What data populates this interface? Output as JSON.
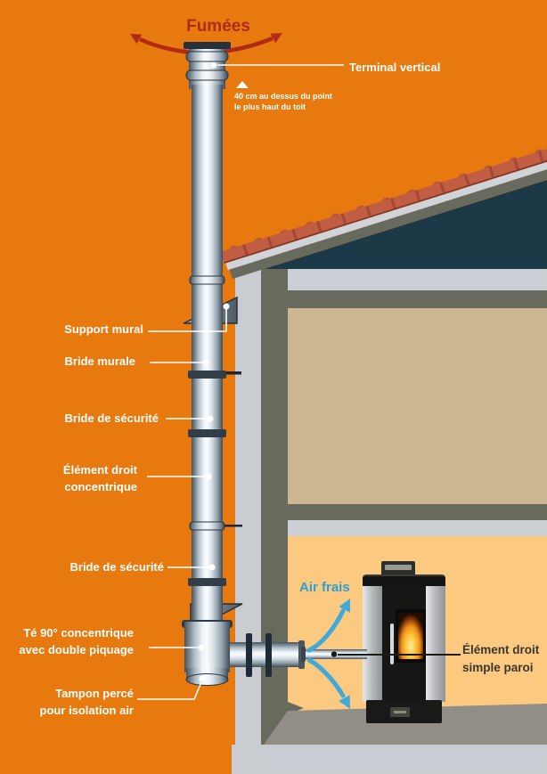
{
  "labels": {
    "fumees": "Fumées",
    "terminal_vertical": "Terminal vertical",
    "note_40cm_line1": "40 cm au dessus du point",
    "note_40cm_line2": "le plus haut du toit",
    "support_mural": "Support mural",
    "bride_murale": "Bride murale",
    "bride_securite_1": "Bride de sécurité",
    "element_concentrique_line1": "Élément droit",
    "element_concentrique_line2": "concentrique",
    "bride_securite_2": "Bride de sécurité",
    "te90_line1": "Té 90° concentrique",
    "te90_line2": "avec double piquage",
    "tampon_line1": "Tampon percé",
    "tampon_line2": "pour isolation air",
    "air_frais": "Air frais",
    "element_simple_line1": "Élément droit",
    "element_simple_line2": "simple paroi"
  },
  "icons": {
    "height_marker": "triangle-up",
    "smoke_flow": "curved-red-arrows",
    "air_flow": "curved-blue-arrows"
  },
  "colors": {
    "background_orange": "#e8790f",
    "smoke_red": "#b02b16",
    "air_blue": "#2f9fd4",
    "attic_teal": "#1b3946",
    "room_upper_beige": "#cbb791",
    "room_lower_peach": "#fbca80",
    "structure_gray": "#cbcfd3",
    "shadow_olive": "#696a5e",
    "roof_tile": "#c05d42",
    "label_white": "#ffffff",
    "label_dark": "#3a362d"
  }
}
